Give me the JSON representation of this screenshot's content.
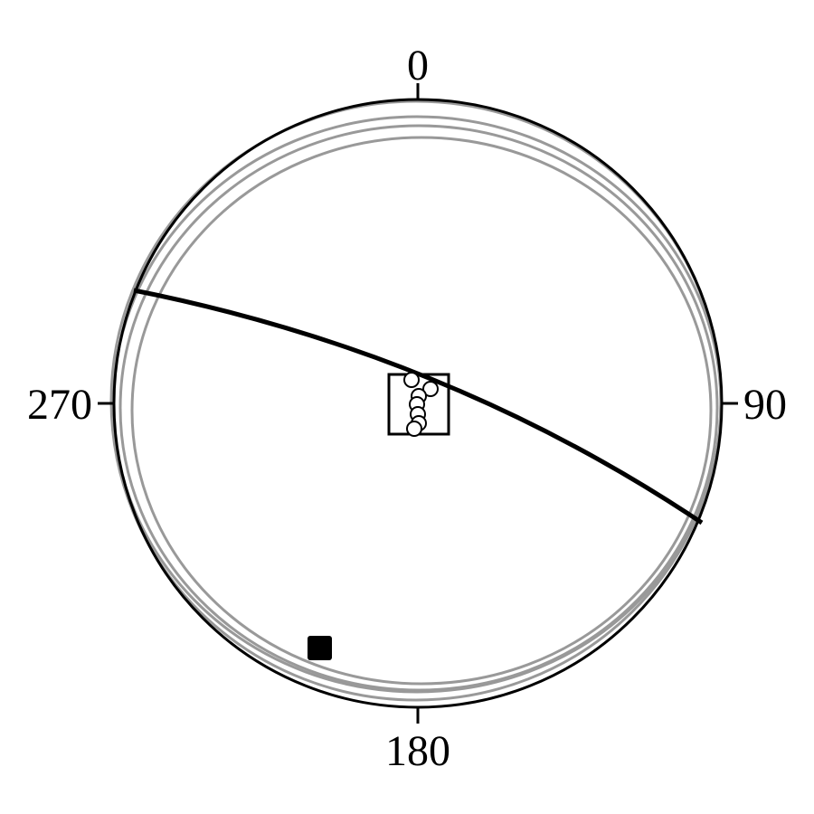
{
  "plot": {
    "type": "stereonet",
    "labels": {
      "north": "0",
      "east": "90",
      "south": "180",
      "west": "270"
    },
    "colors": {
      "primitive": "#000000",
      "great_circles": "#999999",
      "main_plane": "#000000",
      "poles_fill": "#ffffff",
      "poles_stroke": "#000000",
      "pole_square": "#000000"
    }
  }
}
